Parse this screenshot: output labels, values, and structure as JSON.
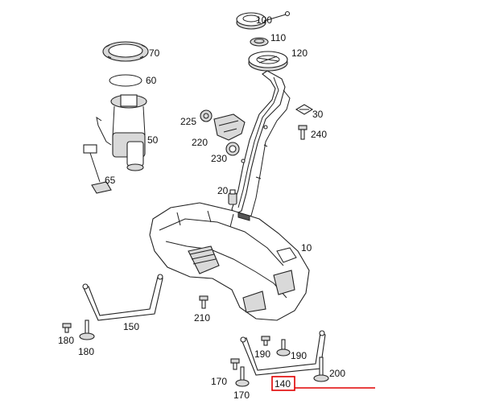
{
  "callouts": {
    "p10": "10",
    "p20": "20",
    "p30": "30",
    "p50": "50",
    "p60": "60",
    "p65": "65",
    "p70": "70",
    "p100": "100",
    "p110": "110",
    "p120": "120",
    "p140": "140",
    "p150": "150",
    "p170a": "170",
    "p170b": "170",
    "p180a": "180",
    "p180b": "180",
    "p190a": "190",
    "p190b": "190",
    "p200": "200",
    "p210": "210",
    "p220": "220",
    "p225": "225",
    "p230": "230",
    "p240": "240"
  },
  "colors": {
    "highlight": "#e00000",
    "line": "#222222",
    "label": "#111111"
  }
}
